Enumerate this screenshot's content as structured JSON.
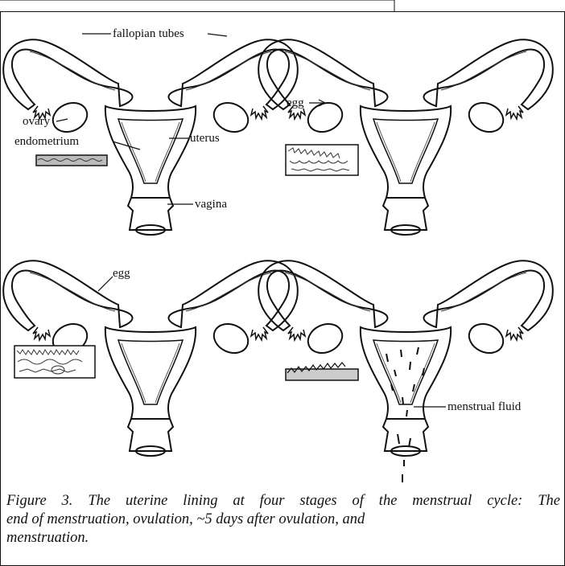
{
  "labels": {
    "fallopian_tubes": "fallopian tubes",
    "ovary": "ovary",
    "endometrium": "endometrium",
    "uterus": "uterus",
    "vagina": "vagina",
    "egg_top_right": "egg",
    "egg_bottom_left": "egg",
    "menstrual_fluid": "menstrual fluid"
  },
  "caption": {
    "line1": "Figure 3.  The uterine lining at four stages of the menstrual cycle:  The",
    "line2": "end of menstruation, ovulation, ~5 days after ovulation, and",
    "line3": "menstruation."
  }
}
